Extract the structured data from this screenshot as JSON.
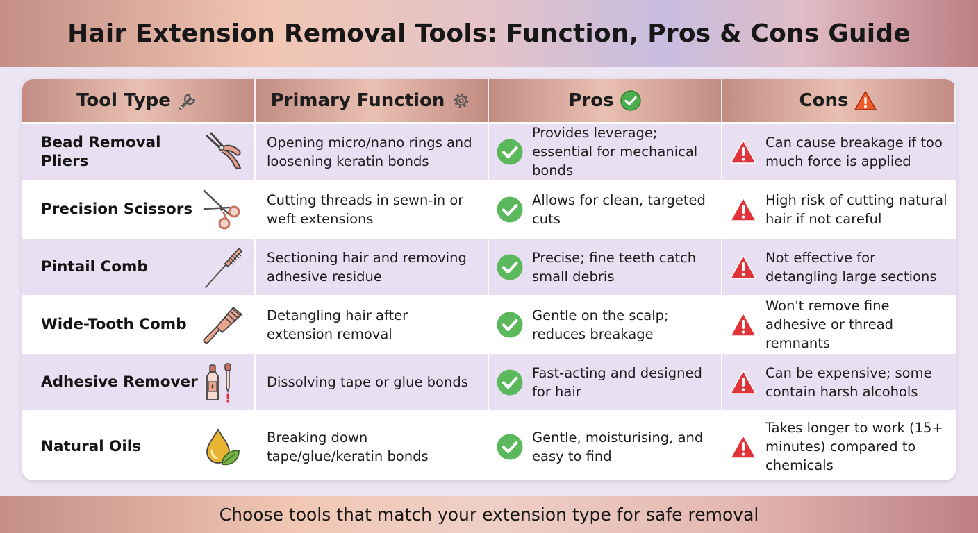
{
  "title": "Hair Extension Removal Tools: Function, Pros & Cons Guide",
  "headers": [
    {
      "label": "Tool Type",
      "icon": "wrench-icon"
    },
    {
      "label": "Primary Function",
      "icon": "gear-icon"
    },
    {
      "label": "Pros",
      "icon": "check-circle-icon"
    },
    {
      "label": "Cons",
      "icon": "warning-triangle-icon"
    }
  ],
  "rows": [
    {
      "tool": "Bead Removal Pliers",
      "tool_icon": "pliers-icon",
      "function": "Opening micro/nano rings and loosening keratin bonds",
      "pros": "Provides leverage; essential for mechanical bonds",
      "cons": "Can cause breakage if too much force is applied"
    },
    {
      "tool": "Precision Scissors",
      "tool_icon": "scissors-icon",
      "function": "Cutting threads in sewn-in or weft extensions",
      "pros": "Allows for clean, targeted cuts",
      "cons": "High risk of cutting natural hair if not careful"
    },
    {
      "tool": "Pintail Comb",
      "tool_icon": "pintail-comb-icon",
      "function": "Sectioning hair and removing adhesive residue",
      "pros": "Precise; fine teeth catch small debris",
      "cons": "Not effective for detangling large sections"
    },
    {
      "tool": "Wide-Tooth Comb",
      "tool_icon": "wide-tooth-comb-icon",
      "function": "Detangling hair after extension removal",
      "pros": "Gentle on the scalp; reduces breakage",
      "cons": "Won't remove fine adhesive or thread remnants"
    },
    {
      "tool": "Adhesive Remover",
      "tool_icon": "remover-bottles-icon",
      "function": "Dissolving tape or glue bonds",
      "pros": "Fast-acting and designed for hair",
      "cons": "Can be expensive; some contain harsh alcohols"
    },
    {
      "tool": "Natural Oils",
      "tool_icon": "oil-drop-leaf-icon",
      "function": "Breaking down tape/glue/keratin bonds",
      "pros": "Gentle, moisturising, and easy to find",
      "cons": "Takes longer to work (15+ minutes) compared to chemicals"
    }
  ],
  "footer": "Choose tools that match your extension type for safe removal",
  "colors": {
    "row_alt": "#e8dff2",
    "pros_green": "#5cb85c",
    "cons_red": "#e0343a",
    "header_rose": "#c28c83"
  }
}
